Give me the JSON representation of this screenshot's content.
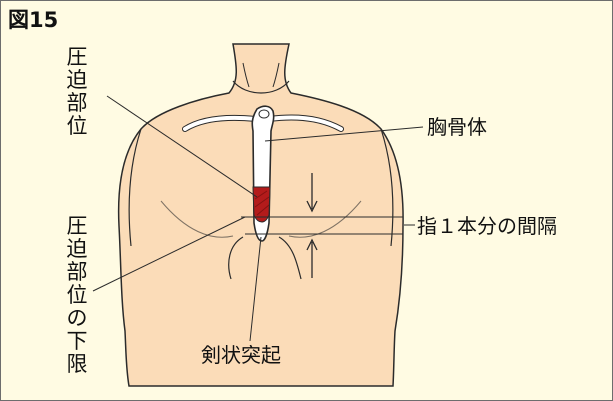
{
  "figure": {
    "title": "図15",
    "labels": {
      "compression_site": "圧迫部位",
      "sternum_body": "胸骨体",
      "finger_gap": "指１本分の間隔",
      "lower_limit": "圧迫部位の下限",
      "xiphoid": "剣状突起"
    }
  },
  "colors": {
    "background": "#fffbe3",
    "skin": "#fbdcb8",
    "outline": "#2b2b2b",
    "compression_mark": "#b31b1b"
  }
}
